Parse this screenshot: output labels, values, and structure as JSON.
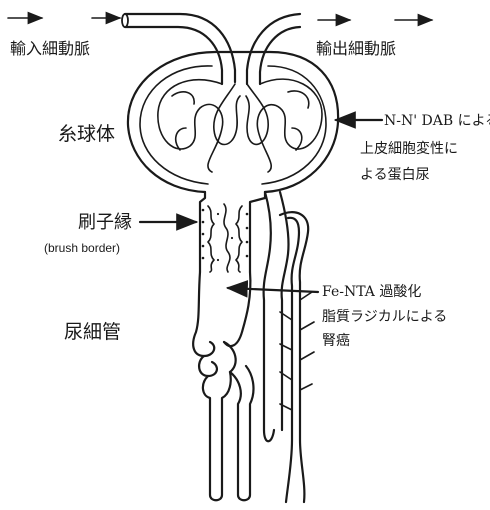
{
  "labels": {
    "afferent_arteriole": "輸入細動脈",
    "efferent_arteriole": "輸出細動脈",
    "glomerulus": "糸球体",
    "brush_border": "刷子縁",
    "brush_border_en": "(brush border)",
    "renal_tubule": "尿細管"
  },
  "annotations": {
    "dab": [
      "N-N' DAB による",
      "上皮細胞変性に",
      "よる蛋白尿"
    ],
    "fenta": [
      "Fe-NTA 過酸化",
      "脂質ラジカルによる",
      "腎癌"
    ]
  }
}
